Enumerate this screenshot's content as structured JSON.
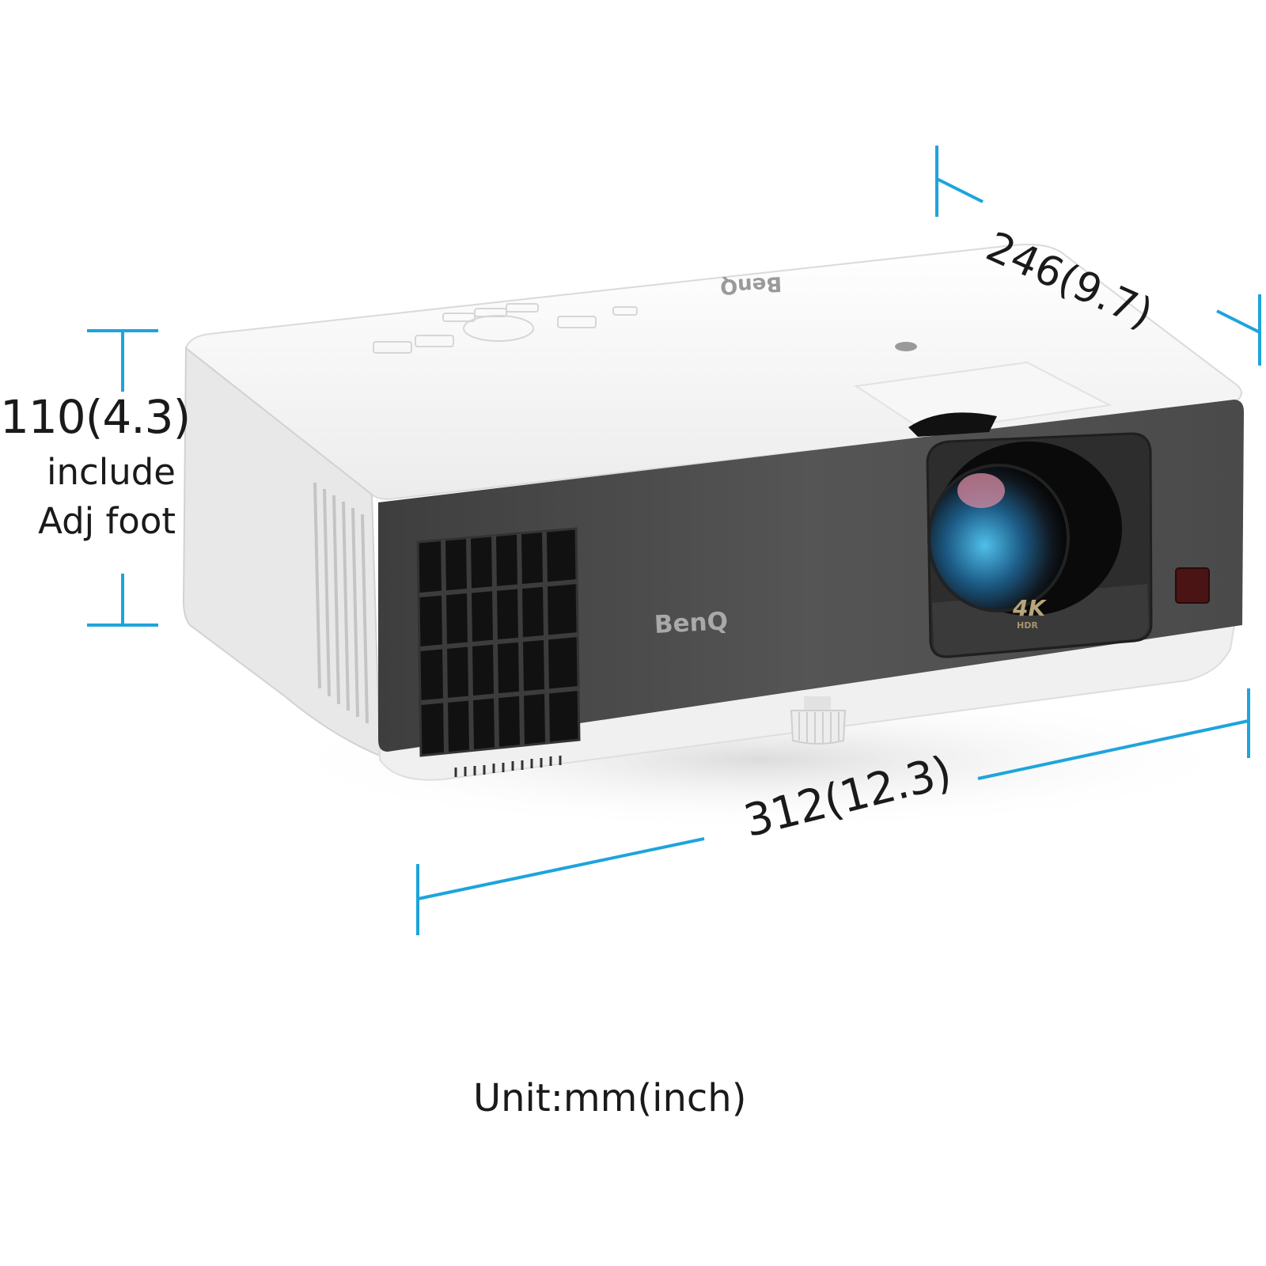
{
  "diagram": {
    "type": "product-dimension-drawing",
    "product": {
      "kind": "projector",
      "brand_front_logo": "BenQ",
      "brand_top_logo": "BenQ",
      "lens_badge": "4K",
      "lens_badge_sub": "HDR"
    },
    "dimensions": {
      "height": {
        "value": "110(4.3)",
        "note_line1": "include",
        "note_line2": "Adj foot"
      },
      "depth": {
        "value": "246(9.7)"
      },
      "width": {
        "value": "312(12.3)"
      }
    },
    "unit_caption": "Unit:mm(inch)",
    "colors": {
      "dimension_line": "#1ea4dc",
      "body_white": "#f4f4f4",
      "front_panel": "#4a4a4a",
      "text": "#1a1a1a",
      "ir_sensor": "#4a1414"
    }
  }
}
